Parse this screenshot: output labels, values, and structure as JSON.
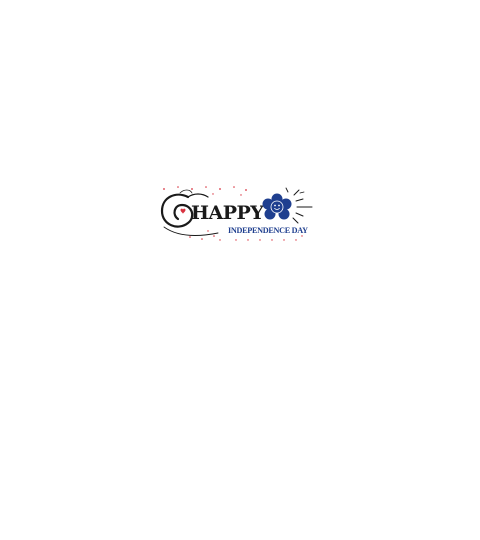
{
  "logo": {
    "headline": "HAPPY",
    "subline": "INDEPENDENCE DAY",
    "colors": {
      "ink": "#1a1a1a",
      "navy": "#1f3f8f",
      "red": "#d8323f",
      "white": "#ffffff",
      "background": "#ffffff"
    },
    "icons": [
      "flourish-swirl",
      "heart-icon",
      "smiley-flower-icon",
      "burst-lines",
      "star-dots"
    ]
  }
}
